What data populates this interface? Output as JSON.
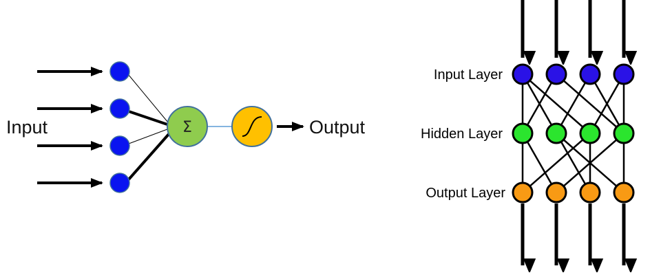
{
  "left": {
    "input_label": "Input",
    "output_label": "Output",
    "sum_symbol": "Σ",
    "input_node_count": 4
  },
  "right": {
    "layers": [
      {
        "label": "Input Layer",
        "color": "#2a12e6"
      },
      {
        "label": "Hidden Layer",
        "color": "#2be52e"
      },
      {
        "label": "Output Layer",
        "color": "#f89a14"
      }
    ],
    "nodes_per_layer": 4
  },
  "colors": {
    "input_node": "#0a14f0",
    "summation_node": "#8fcc4e",
    "activation_node": "#ffc000",
    "node_stroke": "#41719c",
    "arrow": "#000000"
  }
}
